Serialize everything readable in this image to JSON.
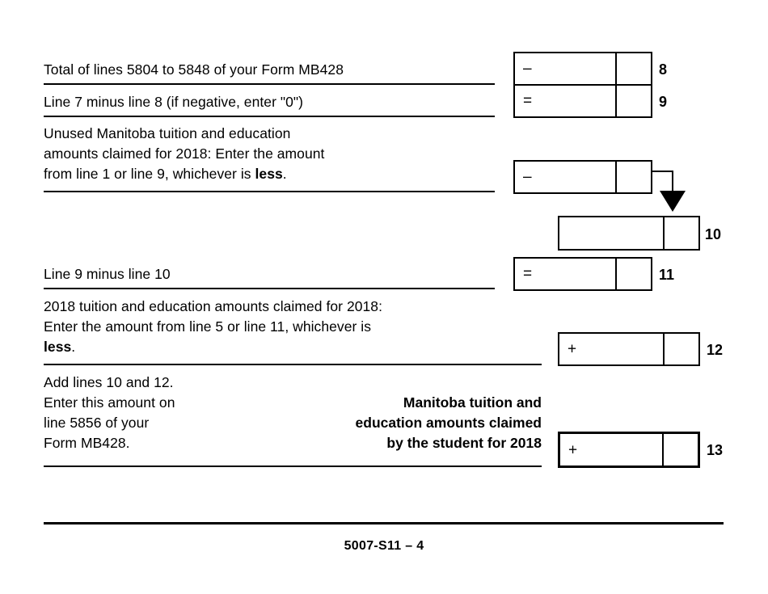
{
  "form": {
    "footer_label": "5007-S11 – 4"
  },
  "rows": [
    {
      "id": "line8",
      "text": "Total of lines 5804 to 5848 of your Form MB428",
      "operator": "–",
      "line_number": "8"
    },
    {
      "id": "line9",
      "text": "Line 7 minus line 8 (if negative, enter \"0\")",
      "operator": "=",
      "line_number": "9"
    },
    {
      "id": "line10-source",
      "text_parts": {
        "before": "Unused Manitoba tuition and education\namounts claimed for 2018: Enter the amount\nfrom line 1 or line 9, whichever is ",
        "emphasis": "less",
        "after": "."
      },
      "operator": "–"
    },
    {
      "id": "line10",
      "operator": "",
      "line_number": "10"
    },
    {
      "id": "line11",
      "text": "Line 9 minus line 10",
      "operator": "=",
      "line_number": "11"
    },
    {
      "id": "line12",
      "text_parts": {
        "before": "2018 tuition and education amounts claimed for 2018:\nEnter the amount from line 5 or line 11, whichever is\n",
        "emphasis": "less",
        "after": "."
      },
      "operator": "+",
      "line_number": "12"
    },
    {
      "id": "line13",
      "text": "Add lines 10 and 12.\nEnter this amount on\nline 5856 of your\nForm MB428.",
      "caption": "Manitoba tuition and\neducation amounts claimed\nby the student for 2018",
      "operator": "+",
      "line_number": "13"
    }
  ]
}
